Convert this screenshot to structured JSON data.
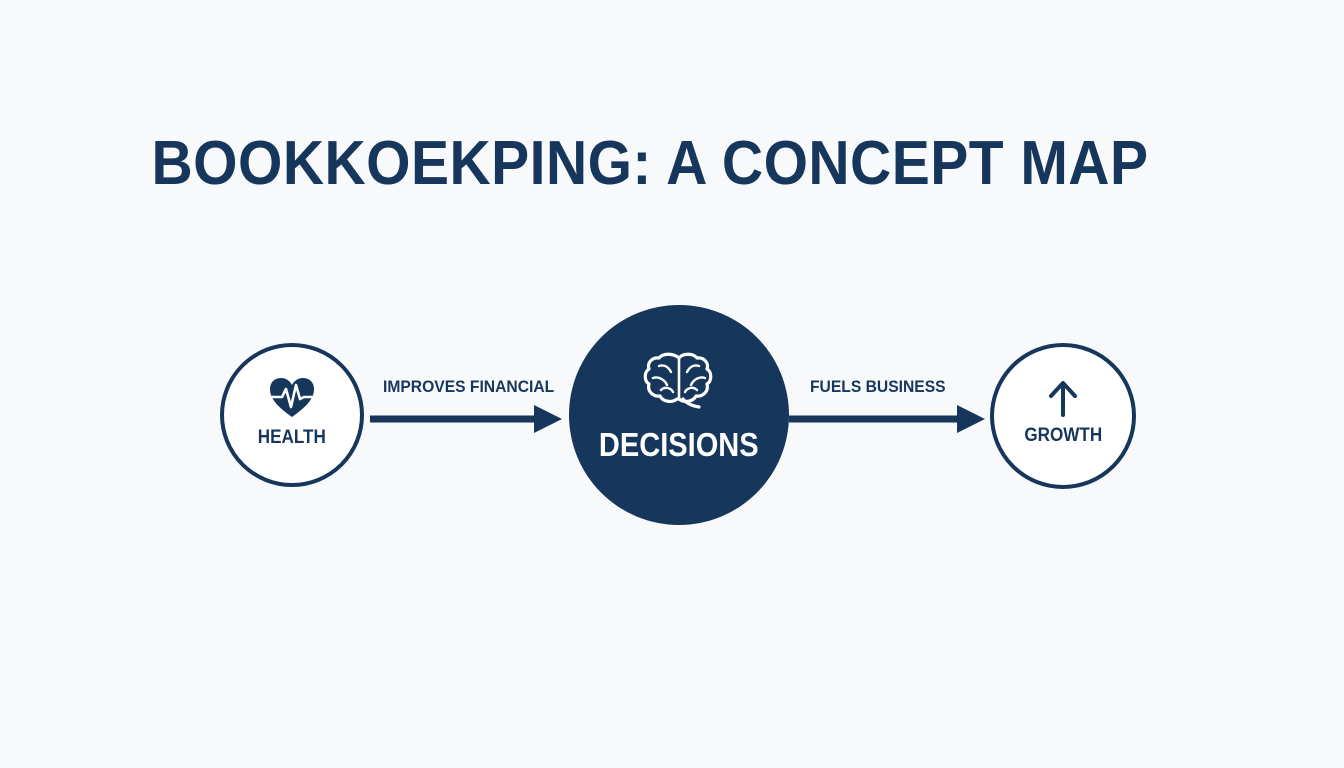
{
  "title": "BOOKKOEKPING: A CONCEPT MAP",
  "colors": {
    "primary": "#17365c",
    "background": "#f7f9fa",
    "node_fill": "#ffffff"
  },
  "nodes": [
    {
      "id": "health",
      "label": "HEALTH",
      "icon": "heart-pulse-icon",
      "style": "outline"
    },
    {
      "id": "decisions",
      "label": "DECISIONS",
      "icon": "brain-icon",
      "style": "filled"
    },
    {
      "id": "growth",
      "label": "GROWTH",
      "icon": "arrow-up-icon",
      "style": "outline"
    }
  ],
  "edges": [
    {
      "from": "health",
      "to": "decisions",
      "label": "IMPROVES FINANCIAL"
    },
    {
      "from": "decisions",
      "to": "growth",
      "label": "FUELS BUSINESS"
    }
  ]
}
